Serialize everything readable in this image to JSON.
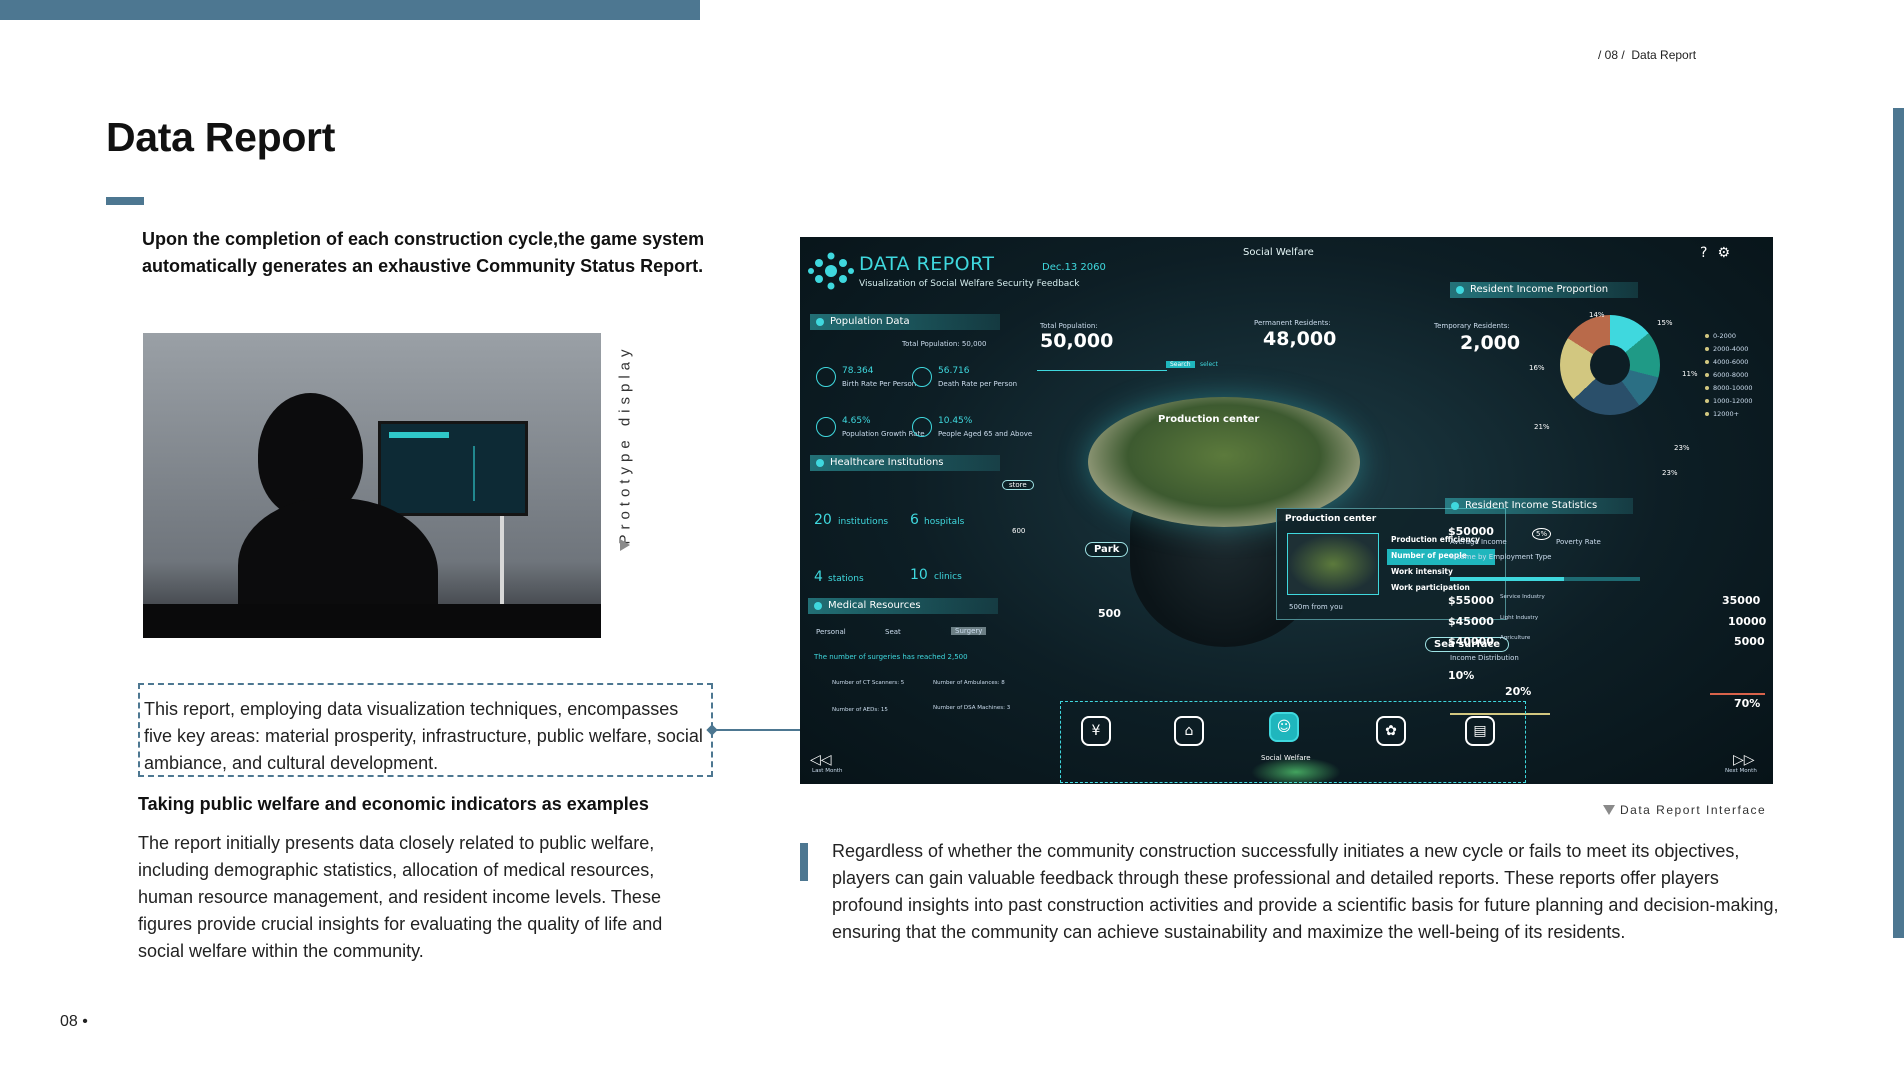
{
  "breadcrumb": "/ 08 /  Data Report",
  "page_title": "Data Report",
  "intro": "Upon the completion of each construction cycle,the game system automatically generates an exhaustive Community Status Report.",
  "photo_label": "Prototype display",
  "callout": "This report, employing data visualization techniques, encompasses five key areas: material prosperity, infrastructure, public welfare, social ambiance, and cultural development.",
  "subheading": "Taking public welfare and economic indicators as examples",
  "body_left": "The report initially presents data closely related to public welfare, including demographic statistics, allocation of medical resources, human resource management, and resident income levels. These figures provide crucial insights for evaluating the quality of life and social welfare within the community.",
  "page_number": "08 •",
  "caption": "Data Report Interface",
  "body_right": "Regardless of whether the community construction successfully initiates a new cycle or fails to meet its objectives, players can gain valuable feedback through these professional and detailed reports. These reports offer players profound insights into past construction activities and provide a scientific basis for future planning and decision-making, ensuring that the community can achieve sustainability and maximize the well-being of its residents.",
  "colors": {
    "accent": "#4d7791",
    "teal": "#3fd8de",
    "dash_bg": "#0d1e25"
  },
  "dashboard": {
    "title": "DATA REPORT",
    "date": "Dec.13 2060",
    "subtitle": "Visualization of Social Welfare Security Feedback",
    "center_title": "Social Welfare",
    "icons": [
      "help-icon",
      "gear-icon"
    ],
    "population": {
      "head": "Population Data",
      "total_label": "Total Population: 50,000",
      "birth_rate": "78.364",
      "birth_label": "Birth Rate Per Person",
      "death_rate": "56.716",
      "death_label": "Death Rate per Person",
      "growth": "4.65%",
      "growth_label": "Population Growth Rate",
      "aged": "10.45%",
      "aged_label": "People Aged 65 and Above"
    },
    "stats": {
      "total_label": "Total Population:",
      "total_value": "50,000",
      "perm_label": "Permanent Residents:",
      "perm_value": "48,000",
      "temp_label": "Temporary Residents:",
      "temp_value": "2,000",
      "search_button": "Search",
      "select_label": "select"
    },
    "healthcare": {
      "head": "Healthcare Institutions",
      "items": [
        {
          "num": "20",
          "label": "institutions"
        },
        {
          "num": "6",
          "label": "hospitals"
        },
        {
          "num": "4",
          "label": "stations"
        },
        {
          "num": "10",
          "label": "clinics"
        }
      ]
    },
    "medical": {
      "head": "Medical Resources",
      "tabs": [
        "Personal",
        "Seat",
        "Surgery"
      ],
      "surgeries": "The number of surgeries has reached 2,500",
      "items": [
        "Number of CT Scanners: 5",
        "Number of Ambulances: 8",
        "Number of AEDs: 15",
        "Number of DSA Machines: 3"
      ]
    },
    "map": {
      "production_tag": "Production center",
      "store_tag": "store",
      "store_count": "600",
      "park_tag": "Park",
      "park_count": "500",
      "sea_tag": "Sea surface"
    },
    "popup": {
      "title": "Production center",
      "items": [
        "Production efficiency",
        "Number of people",
        "Work intensity",
        "Work participation"
      ],
      "note": "500m from you"
    },
    "income_proportion": {
      "head": "Resident Income Proportion",
      "percents": [
        "14%",
        "15%",
        "16%",
        "11%",
        "21%",
        "23%",
        "23%"
      ],
      "legend": [
        "0-2000",
        "2000-4000",
        "4000-6000",
        "6000-8000",
        "8000-10000",
        "1000-12000",
        "12000+"
      ]
    },
    "income_stats": {
      "head": "Resident Income Statistics",
      "avg": "$50000",
      "avg_label": "Average Income",
      "poverty": "5%",
      "poverty_label": "Poverty Rate",
      "by_type": "Income by Employment Type",
      "rows": [
        {
          "amount": "$55000",
          "sector": "Service Industry",
          "right": "35000"
        },
        {
          "amount": "$45000",
          "sector": "Light Industry",
          "right": "10000"
        },
        {
          "amount": "$40000",
          "sector": "Agriculture",
          "right": "5000"
        }
      ],
      "distribution": "Income Distribution",
      "dist": [
        "10%",
        "20%",
        "70%"
      ]
    },
    "nav": {
      "last": "Last Month",
      "next": "Next Month",
      "active": "Social Welfare"
    }
  }
}
